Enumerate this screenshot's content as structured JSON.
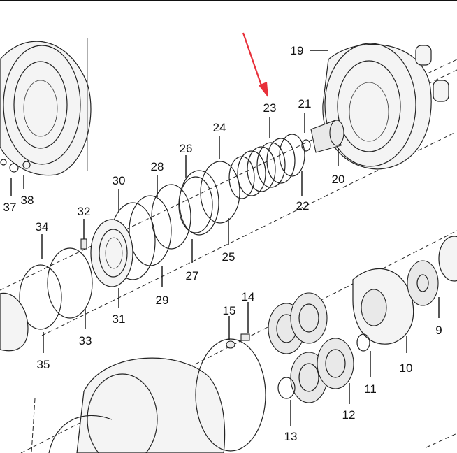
{
  "diagram": {
    "callouts": [
      "9",
      "10",
      "11",
      "12",
      "13",
      "14",
      "15",
      "19",
      "20",
      "21",
      "22",
      "23",
      "24",
      "25",
      "26",
      "27",
      "28",
      "29",
      "30",
      "31",
      "32",
      "33",
      "34",
      "35",
      "37",
      "38"
    ],
    "accent_color": "#e8303a"
  }
}
